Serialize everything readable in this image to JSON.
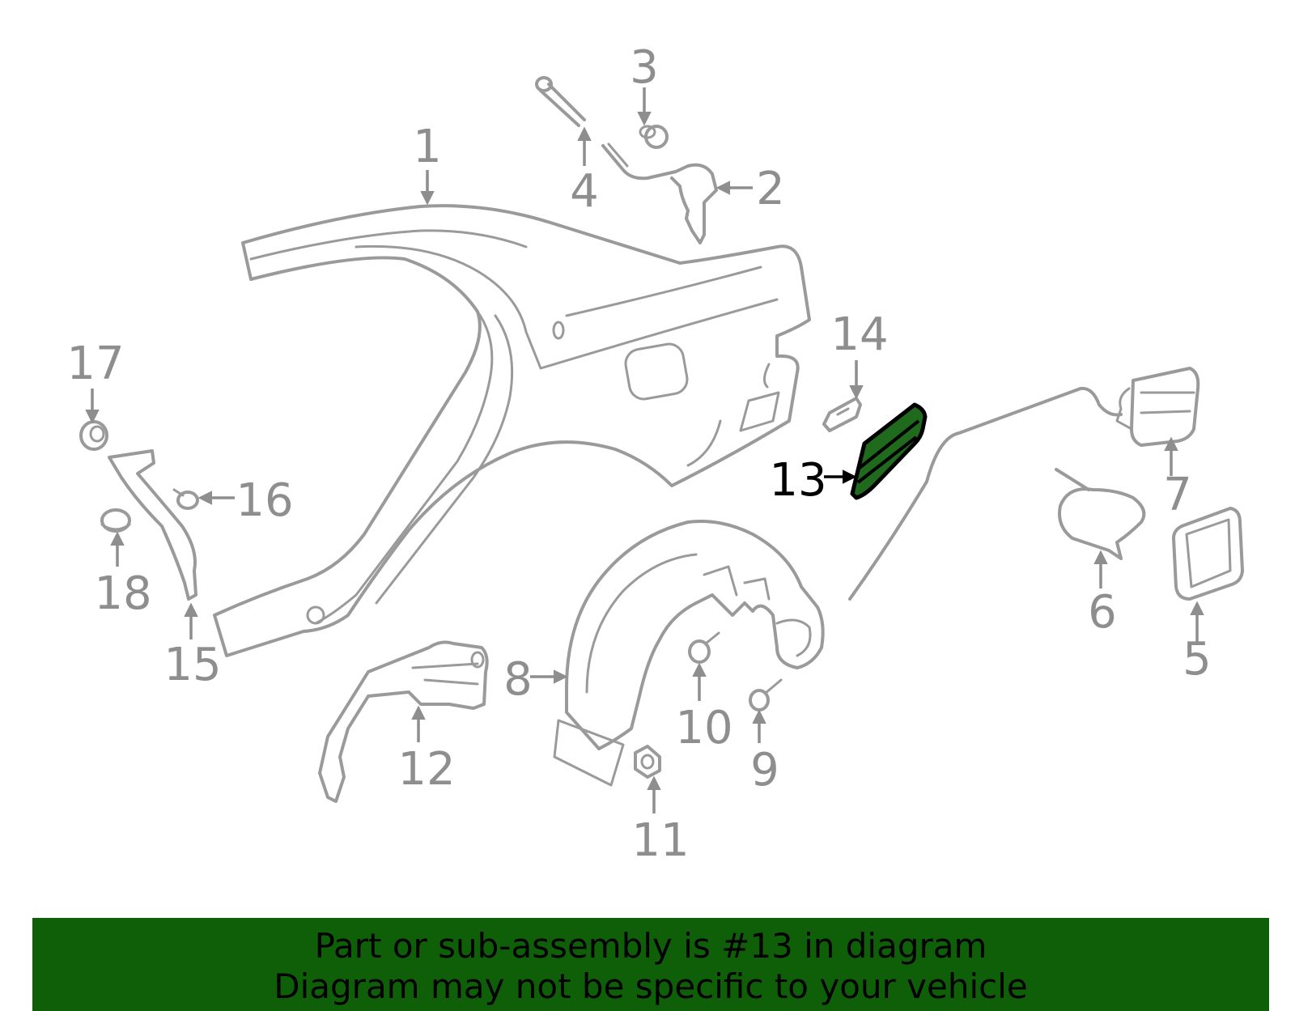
{
  "callouts": {
    "c1": "1",
    "c2": "2",
    "c3": "3",
    "c4": "4",
    "c5": "5",
    "c6": "6",
    "c7": "7",
    "c8": "8",
    "c9": "9",
    "c10": "10",
    "c11": "11",
    "c12": "12",
    "c13": "13",
    "c14": "14",
    "c15": "15",
    "c16": "16",
    "c17": "17",
    "c18": "18"
  },
  "highlight": {
    "part_number": "13",
    "color": "#1f6a1c",
    "outline": "#000000"
  },
  "colors": {
    "line_art": "#9a9a9a",
    "callout_text": "#8e8e8e",
    "banner_bg": "#0f5f08"
  },
  "banner": {
    "line1": "Part or sub-assembly is #13 in diagram",
    "line2": "Diagram may not be specific to your vehicle"
  }
}
